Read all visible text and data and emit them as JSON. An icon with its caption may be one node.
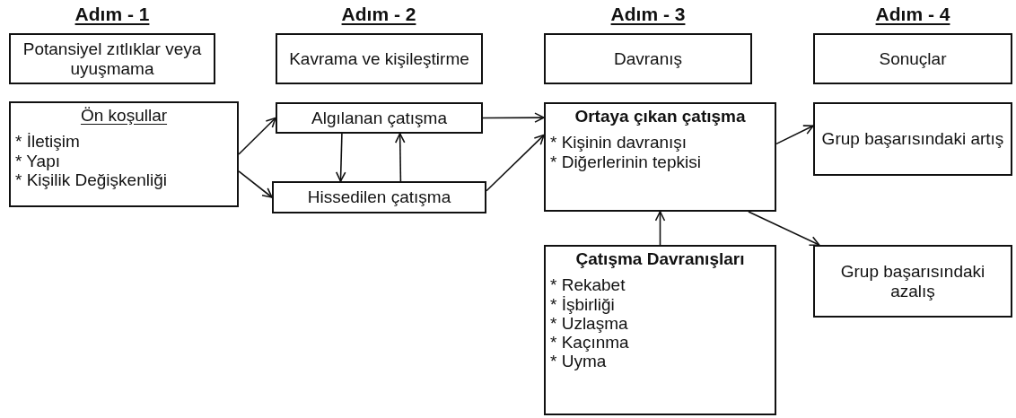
{
  "diagram": {
    "nodes": [
      {
        "text": [
          "Potansiyel zıtlıklar veya uyuşmama"
        ]
      },
      {
        "text": [
          "Kavrama ve kişileştirme"
        ]
      },
      {
        "text": [
          "Davranış"
        ]
      },
      {
        "text": [
          "Sonuçlar"
        ]
      },
      {
        "text": [
          "Ön koşullar",
          "* İletişim",
          "* Yapı",
          "* Kişilik Değişkenliği"
        ]
      },
      {
        "text": [
          "Algılanan çatışma"
        ]
      },
      {
        "text": [
          "Hissedilen çatışma"
        ]
      },
      {
        "text": [
          "Ortaya çıkan çatışma",
          "* Kişinin davranışı",
          "* Diğerlerinin tepkisi"
        ]
      },
      {
        "text": [
          "Grup başarısındaki artış"
        ]
      },
      {
        "text": [
          "Çatışma Davranışları",
          "* Rekabet",
          "* İşbirliği",
          "* Uzlaşma",
          "* Kaçınma",
          "* Uyma"
        ]
      },
      {
        "text": [
          "Grup başarısındaki azalış"
        ]
      }
    ],
    "edges": [
      {
        "from": 4,
        "to": 5,
        "arrow": "to"
      },
      {
        "from": 4,
        "to": 6,
        "arrow": "to"
      },
      {
        "from": 5,
        "to": 6,
        "arrow": "to"
      },
      {
        "from": 6,
        "to": 5,
        "arrow": "to"
      },
      {
        "from": 5,
        "to": 7,
        "arrow": "to"
      },
      {
        "from": 6,
        "to": 7,
        "arrow": "to"
      },
      {
        "from": 7,
        "to": 8,
        "arrow": "to"
      },
      {
        "from": 7,
        "to": 10,
        "arrow": "to"
      },
      {
        "from": 9,
        "to": 7,
        "arrow": "to"
      }
    ],
    "labels": [
      "Adım - 1",
      "Adım - 2",
      "Adım - 3",
      "Adım - 4"
    ]
  }
}
